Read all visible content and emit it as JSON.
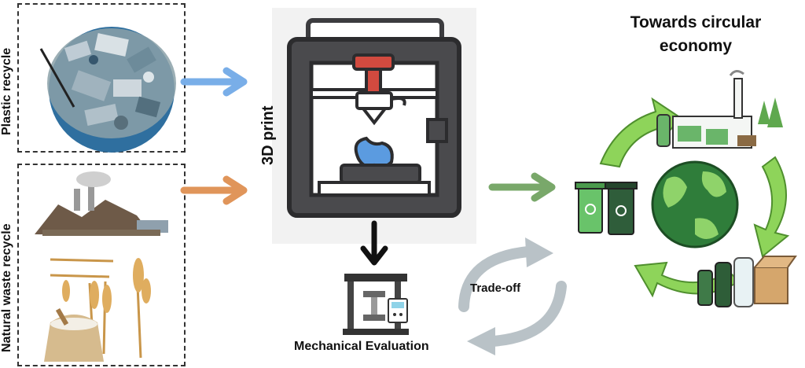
{
  "diagram": {
    "inputs": {
      "plastic_label": "Plastic recycle",
      "natural_label": "Natural waste recycle"
    },
    "process": {
      "print_label": "3D print",
      "evaluation_label": "Mechanical Evaluation",
      "tradeoff_label": "Trade-off"
    },
    "outcome": {
      "title": "Towards circular economy"
    },
    "colors": {
      "plastic_arrow": "#79aee8",
      "natural_arrow": "#e0955a",
      "economy_arrow": "#79a86a",
      "cycle_arrow": "#8ed45a",
      "tradeoff_arrow": "#b9c2c7",
      "printer_frame": "#4a4a4d"
    }
  }
}
